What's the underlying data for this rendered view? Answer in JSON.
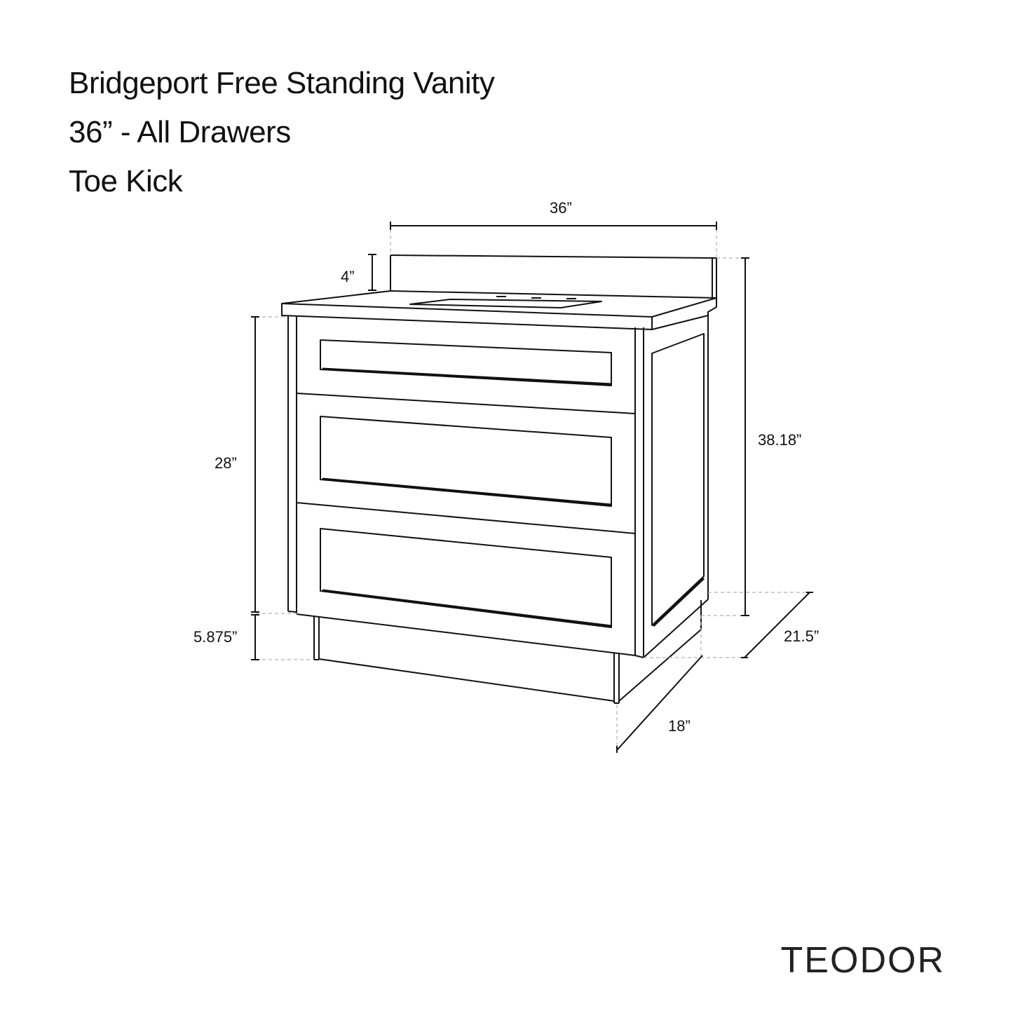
{
  "header": {
    "title": "Bridgeport Free Standing Vanity",
    "size_line": "36” - All Drawers",
    "variant": "Toe Kick"
  },
  "brand": {
    "name": "TEODOR"
  },
  "drawing": {
    "subject": "vanity-cabinet-with-3-drawers-toe-kick",
    "drawer_count": 3,
    "line_color": "#111111",
    "guide_color": "#b0b0b0"
  },
  "dimensions": {
    "overall_width": "36”",
    "backsplash_height": "4”",
    "cabinet_height": "28”",
    "toe_kick_height": "5.875”",
    "overall_height": "38.18”",
    "overall_depth": "21.5”",
    "cabinet_depth": "18”"
  }
}
